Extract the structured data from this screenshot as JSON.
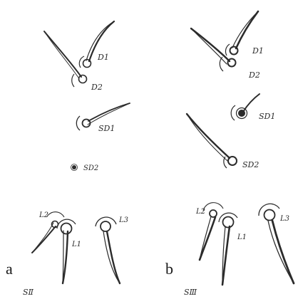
{
  "panels": {
    "a": {
      "letter": "a",
      "segment": "SⅡ"
    },
    "b": {
      "letter": "b",
      "segment": "SⅢ"
    }
  },
  "setae": {
    "a": {
      "d1": "D1",
      "d2": "D2",
      "sd1": "SD1",
      "sd2": "SD2",
      "l1": "L1",
      "l2": "L2",
      "l3": "L3"
    },
    "b": {
      "d1": "D1",
      "d2": "D2",
      "sd1": "SD1",
      "sd2": "SD2",
      "l1": "L1",
      "l2": "L2",
      "l3": "L3"
    }
  },
  "colors": {
    "ink": "#2b2b2b",
    "paper": "#ffffff"
  }
}
